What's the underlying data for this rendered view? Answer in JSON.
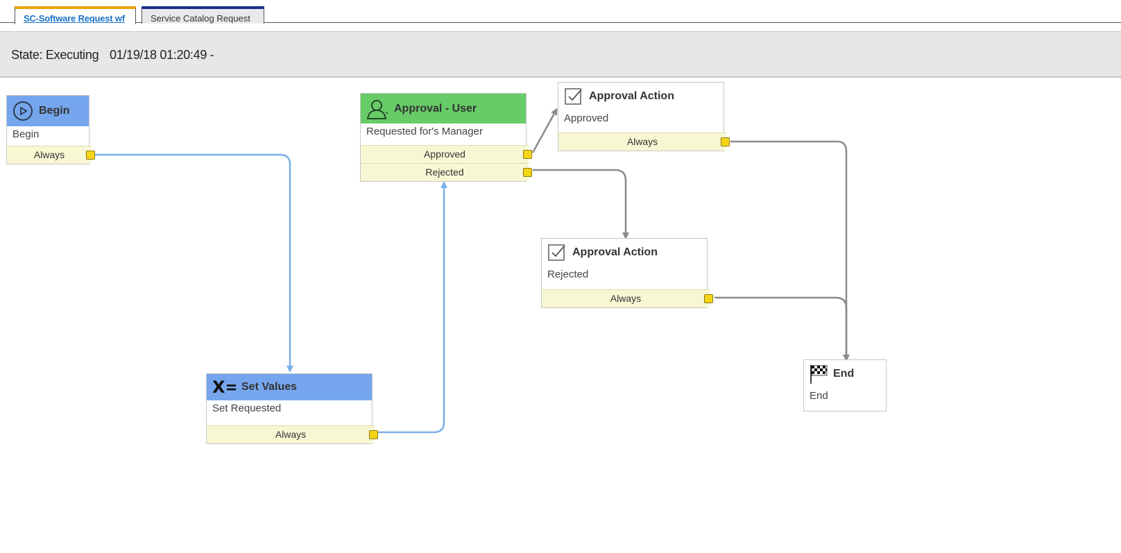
{
  "tabs": [
    {
      "label": "SC-Software Request wf",
      "active": true
    },
    {
      "label": "Service Catalog Request",
      "active": false
    }
  ],
  "state": {
    "label": "State: Executing",
    "timestamp": "01/19/18 01:20:49 -"
  },
  "nodes": {
    "begin": {
      "title": "Begin",
      "body": "Begin",
      "exits": [
        "Always"
      ],
      "icon": "play-icon"
    },
    "set_values": {
      "title": "Set Values",
      "body": "Set Requested",
      "exits": [
        "Always"
      ],
      "icon": "x-equals-icon"
    },
    "approval_user": {
      "title": "Approval - User",
      "body": "Requested for's Manager",
      "exits": [
        "Approved",
        "Rejected"
      ],
      "icon": "user-icon"
    },
    "approval_action_approved": {
      "title": "Approval Action",
      "body": "Approved",
      "exits": [
        "Always"
      ],
      "icon": "checkbox-icon"
    },
    "approval_action_rejected": {
      "title": "Approval Action",
      "body": "Rejected",
      "exits": [
        "Always"
      ],
      "icon": "checkbox-icon"
    },
    "end": {
      "title": "End",
      "body": "End",
      "exits": [],
      "icon": "checkered-flag-icon"
    }
  },
  "colors": {
    "active_tab_accent": "#f0a30a",
    "inactive_tab_accent": "#12308d",
    "completed_head": "#75a6ed",
    "running_head": "#67cb67",
    "completed_path": "#7aaee8",
    "pending_path": "#8a8a8a",
    "exit_port": "#f5d418"
  }
}
